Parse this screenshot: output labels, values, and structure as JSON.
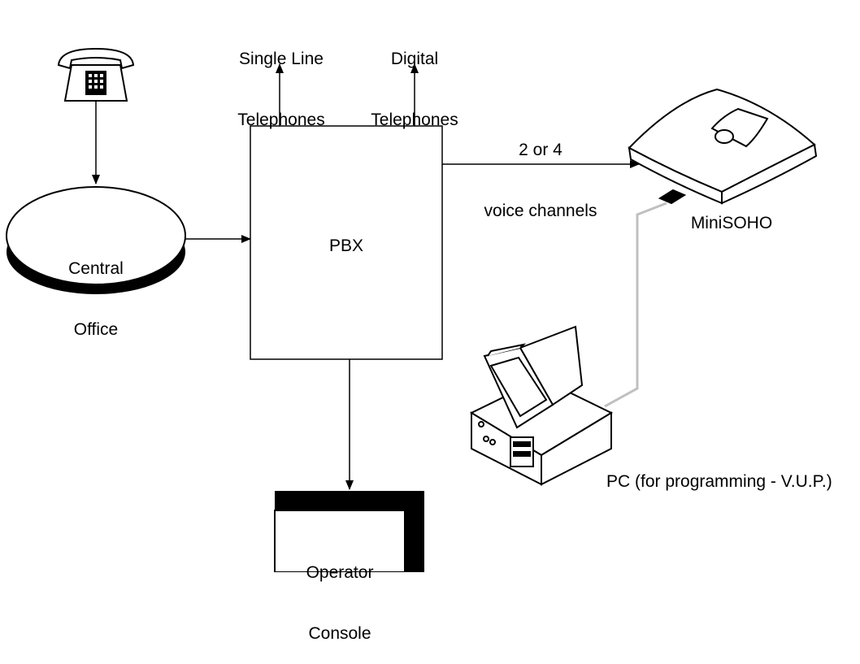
{
  "nodes": {
    "single_line": {
      "line1": "Single Line",
      "line2": "Telephones"
    },
    "digital": {
      "line1": "Digital",
      "line2": "Telephones"
    },
    "channels": {
      "line1": "2 or 4",
      "line2": "voice channels"
    },
    "central_office": {
      "line1": "Central",
      "line2": "Office"
    },
    "pbx": {
      "label": "PBX"
    },
    "minisoho": {
      "label": "MiniSOHO"
    },
    "pc": {
      "label": "PC (for programming - V.U.P.)"
    },
    "operator": {
      "line1": "Operator",
      "line2": "Console"
    }
  },
  "colors": {
    "ink": "#000000",
    "pc_cable": "#c0c0c0",
    "background": "#ffffff"
  },
  "icons": [
    "telephone-icon",
    "minisoho-device-icon",
    "pc-computer-icon"
  ]
}
